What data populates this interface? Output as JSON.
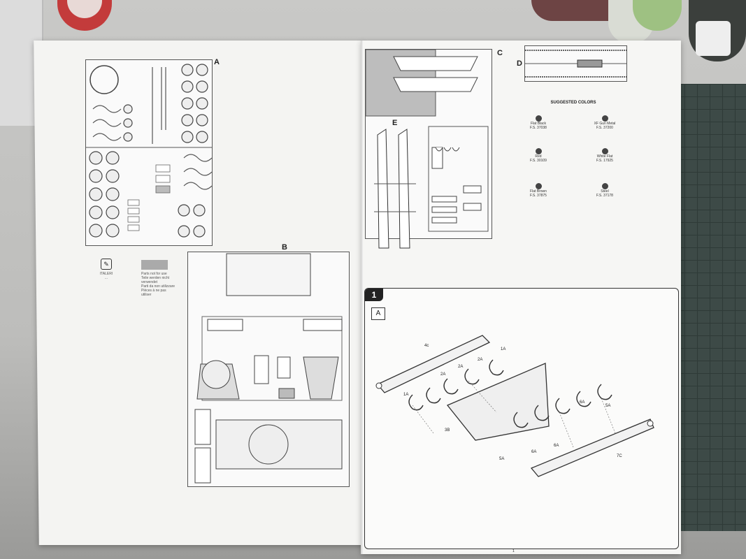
{
  "sprue_letters": {
    "a": "A",
    "b": "B",
    "c": "C",
    "d": "D",
    "e": "E"
  },
  "suggested_colors": {
    "title": "SUGGESTED COLORS",
    "items": [
      {
        "name": "Flat Black",
        "code": "F.S. 37038"
      },
      {
        "name": "XF Gun Metal",
        "code": "F.S. 37200"
      },
      {
        "name": "Red",
        "code": "F.S. 30109"
      },
      {
        "name": "White Flat",
        "code": "F.S. 17925"
      },
      {
        "name": "Flat Brown",
        "code": "F.S. 37875"
      },
      {
        "name": "Steel",
        "code": "F.S. 37178"
      }
    ]
  },
  "legend": {
    "left_lines": [
      "ITALERI",
      "..."
    ],
    "right_lines": [
      "Parts not for use",
      "Teile werden nicht verwendet",
      "Parti da non utilizzare",
      "Pièces à ne pas utiliser"
    ]
  },
  "step": {
    "number": "1",
    "sub": "A"
  },
  "part_labels": [
    "4c",
    "1A",
    "2A",
    "2A",
    "2A",
    "1A",
    "6A",
    "5A",
    "3B",
    "6A",
    "5A",
    "6A",
    "7C"
  ],
  "page_number": "1",
  "colors": {
    "paper": "#f4f4f2",
    "mat": "#3d4a47",
    "lid": "#c33b3b"
  }
}
